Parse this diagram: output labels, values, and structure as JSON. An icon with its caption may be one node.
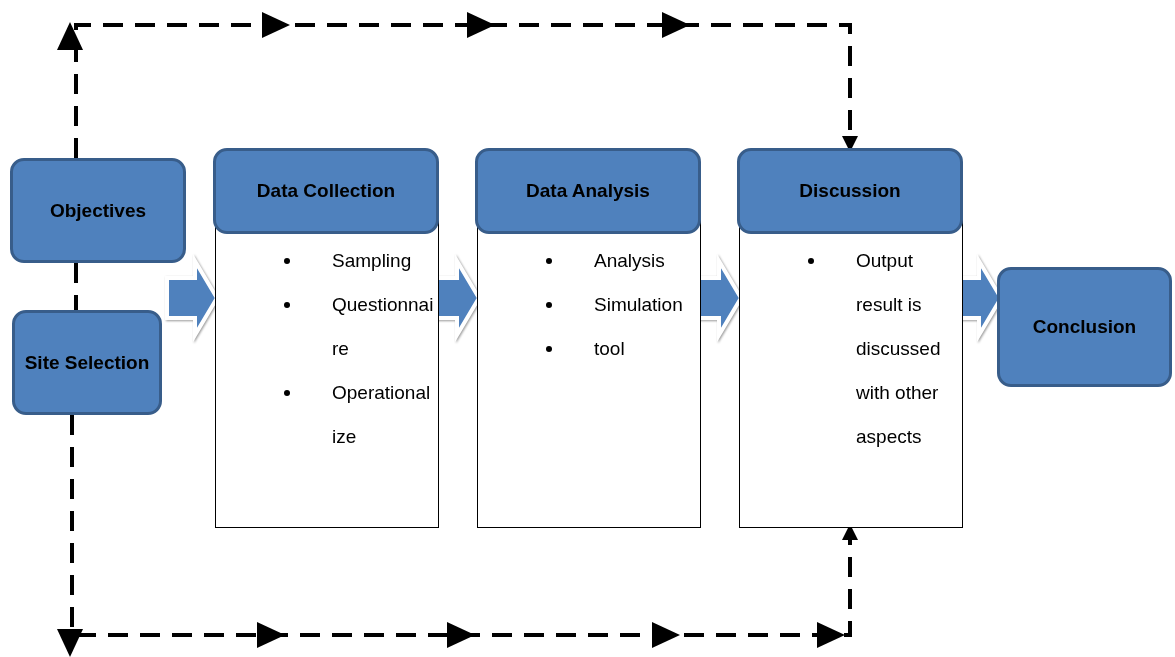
{
  "diagram": {
    "nodes": [
      {
        "text": [
          "Objectives"
        ]
      },
      {
        "text": [
          "Site Selection"
        ]
      },
      {
        "text": [
          "Data Collection",
          "Sampling",
          "Questionnaire",
          "Operationalize"
        ]
      },
      {
        "text": [
          "Data Analysis",
          "Analysis",
          "Simulation",
          "tool"
        ]
      },
      {
        "text": [
          "Discussion",
          "Output result is discussed with other aspects"
        ]
      },
      {
        "text": [
          "Conclusion"
        ]
      }
    ],
    "edges": [
      {
        "from": 0,
        "to": 2,
        "arrow": "to",
        "style": "thick"
      },
      {
        "from": 1,
        "to": 2,
        "arrow": "to",
        "style": "thick"
      },
      {
        "from": 2,
        "to": 3,
        "arrow": "to",
        "style": "thick"
      },
      {
        "from": 3,
        "to": 4,
        "arrow": "to",
        "style": "thick"
      },
      {
        "from": 4,
        "to": 5,
        "arrow": "to",
        "style": "thick"
      },
      {
        "from": 0,
        "to": 4,
        "arrow": "to",
        "style": "dashed"
      },
      {
        "from": 1,
        "to": 4,
        "arrow": "to",
        "style": "dashed"
      },
      {
        "from": 0,
        "to": 1,
        "arrow": "none",
        "style": "dashed"
      }
    ]
  }
}
